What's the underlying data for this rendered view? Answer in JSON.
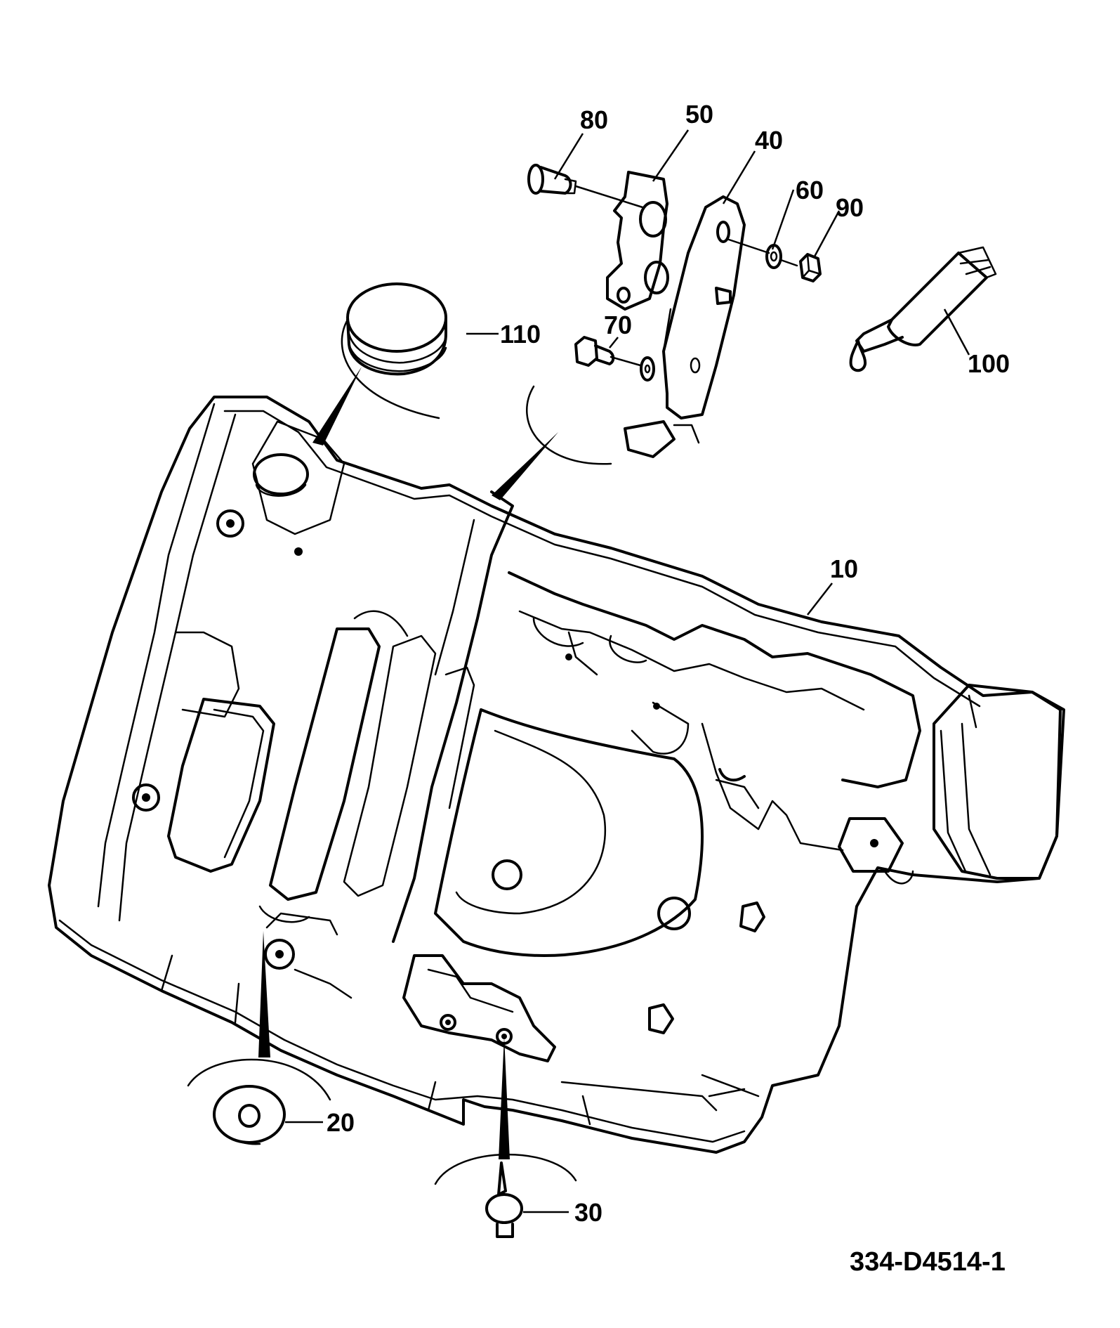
{
  "callouts": {
    "c10": "10",
    "c20": "20",
    "c30": "30",
    "c40": "40",
    "c50": "50",
    "c60": "60",
    "c70": "70",
    "c80": "80",
    "c90": "90",
    "c100": "100",
    "c110": "110"
  },
  "drawing_number": "334-D4514-1"
}
